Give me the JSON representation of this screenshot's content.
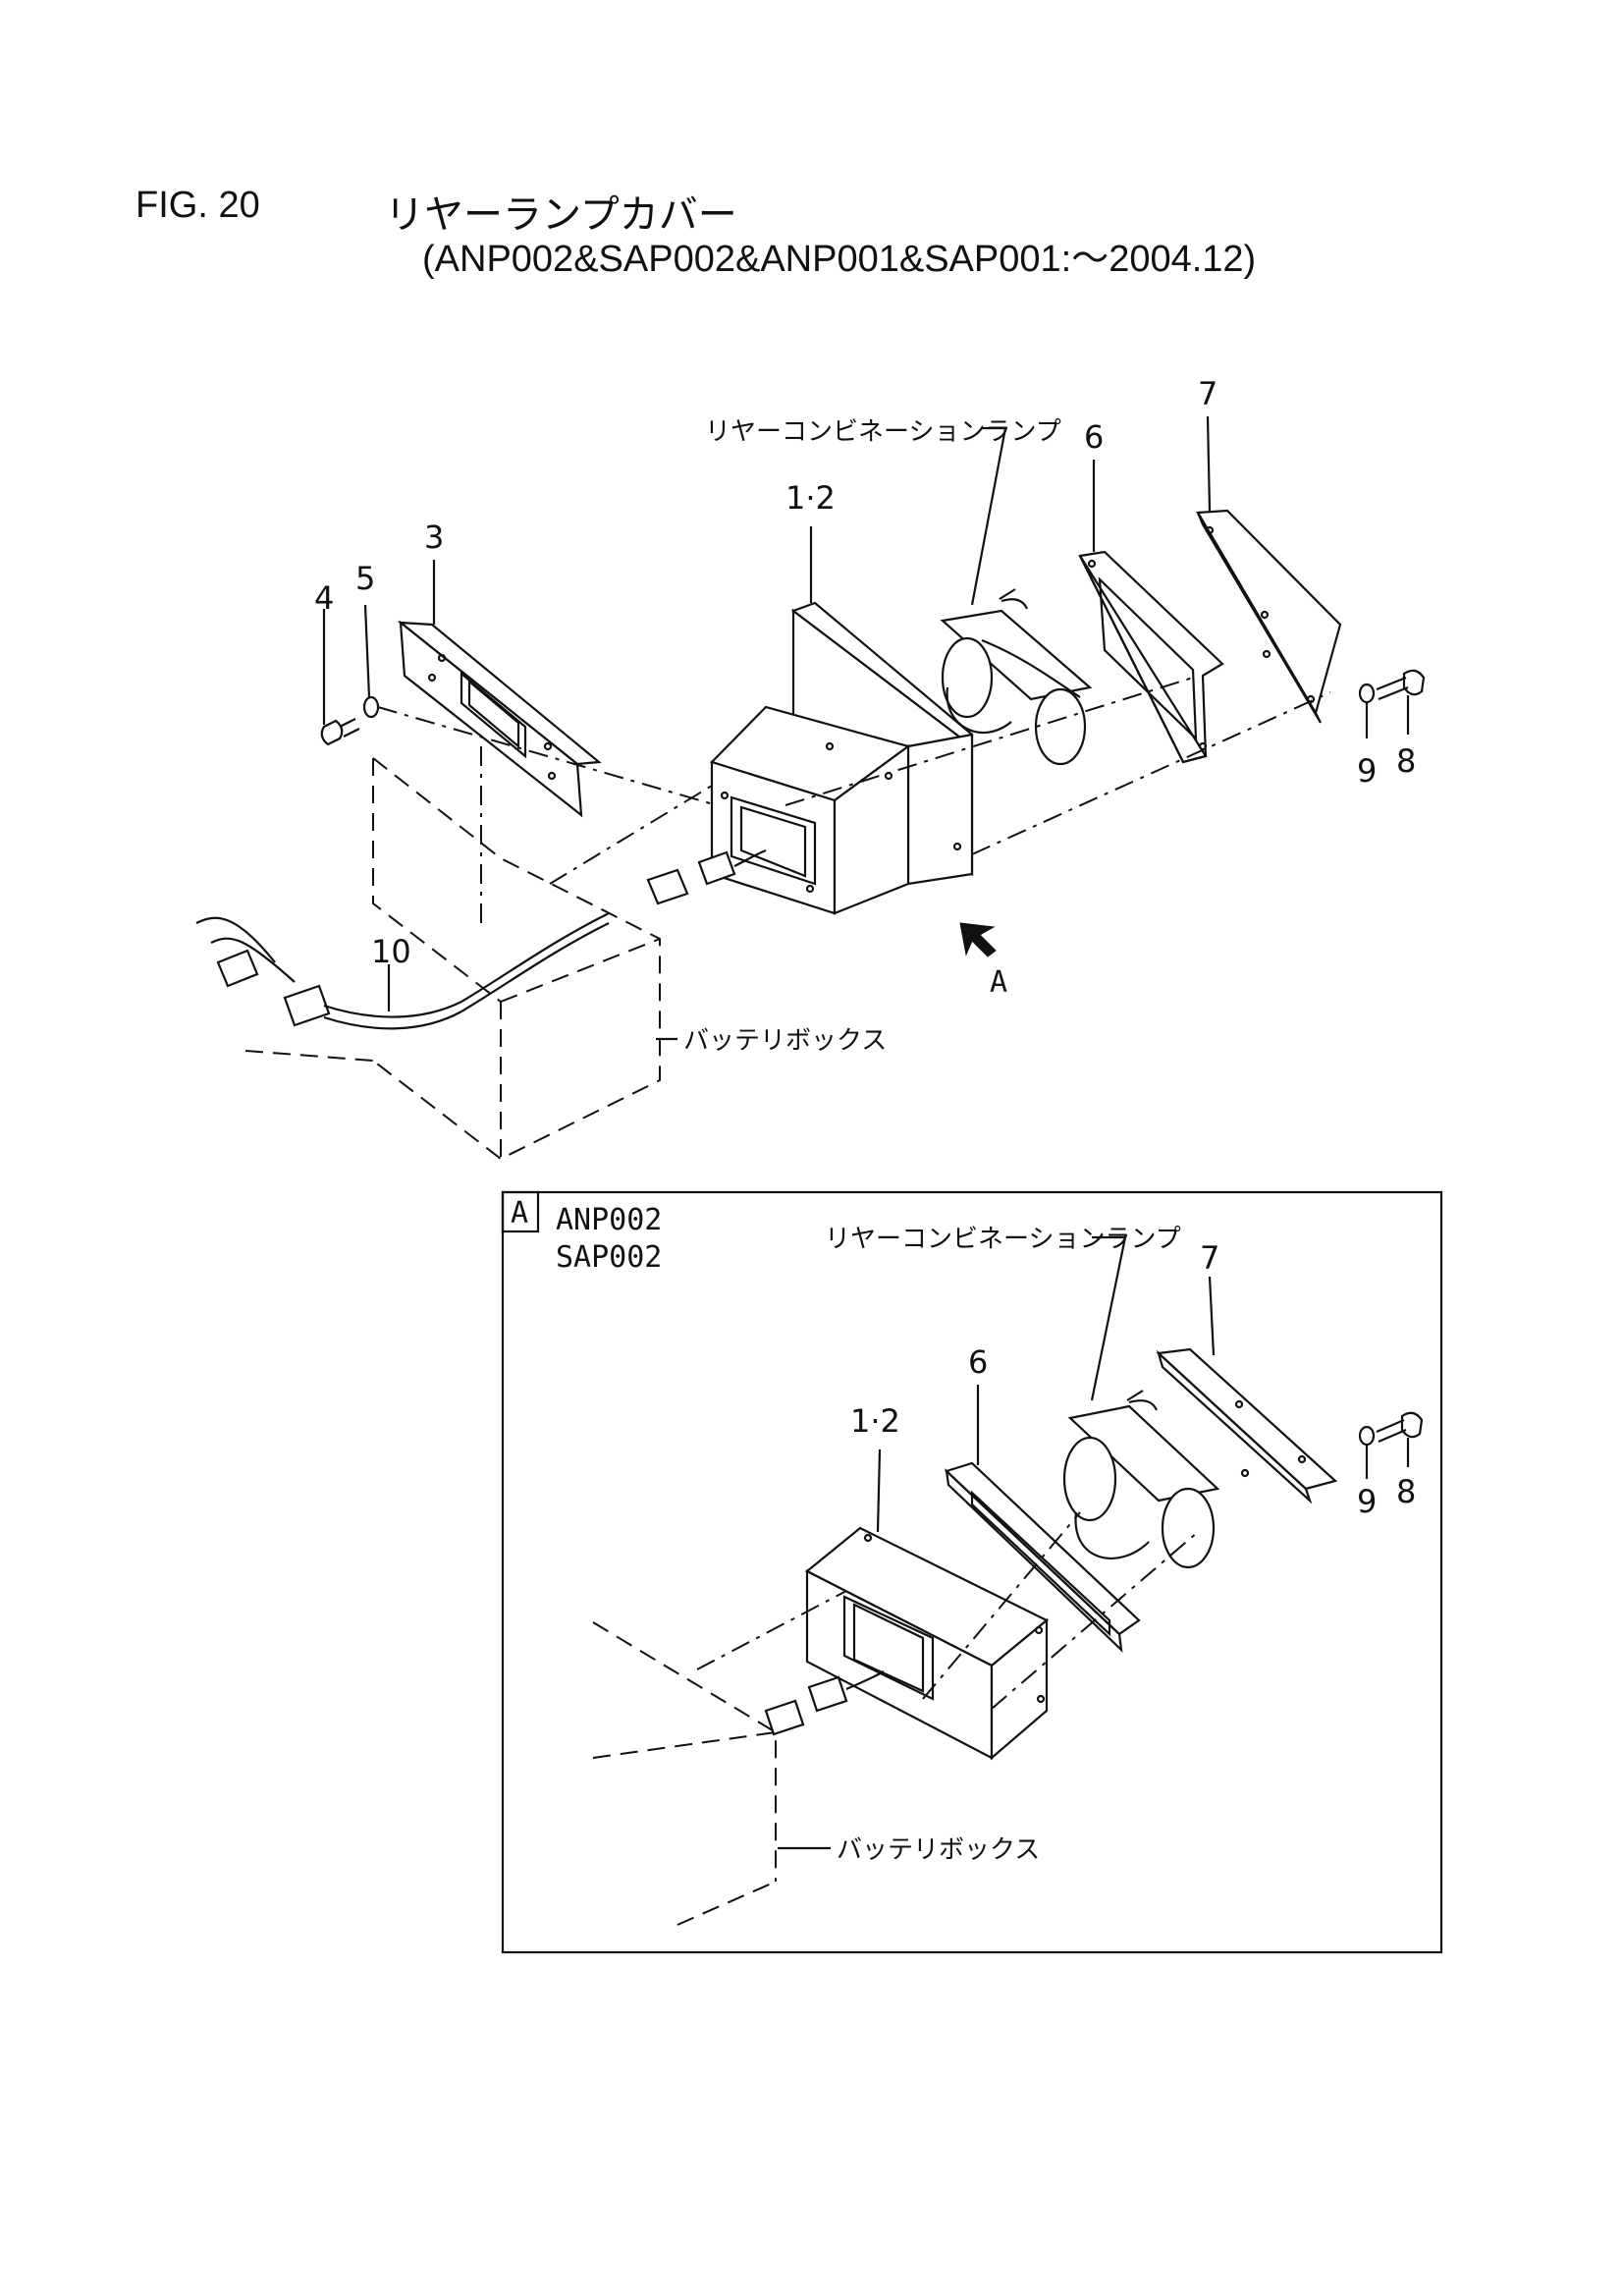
{
  "header": {
    "fig": "FIG. 20",
    "name": "リヤーランプカバー",
    "models": "(ANP002&SAP002&ANP001&SAP001:〜2004.12)"
  },
  "main": {
    "callouts": {
      "c1_2": "1·2",
      "c3": "3",
      "c4": "4",
      "c5": "5",
      "c6": "6",
      "c7": "7",
      "c8": "8",
      "c9": "9",
      "c10": "10",
      "arrow_a": "A"
    },
    "labels": {
      "rear_lamp": "リヤーコンビネーションランプ",
      "battery_box": "バッテリボックス"
    }
  },
  "detail_a": {
    "tag": "A",
    "model_1": "ANP002",
    "model_2": "SAP002",
    "callouts": {
      "c1_2": "1·2",
      "c6": "6",
      "c7": "7",
      "c8": "8",
      "c9": "9"
    },
    "labels": {
      "rear_lamp": "リヤーコンビネーションランプ",
      "battery_box": "バッテリボックス"
    }
  }
}
